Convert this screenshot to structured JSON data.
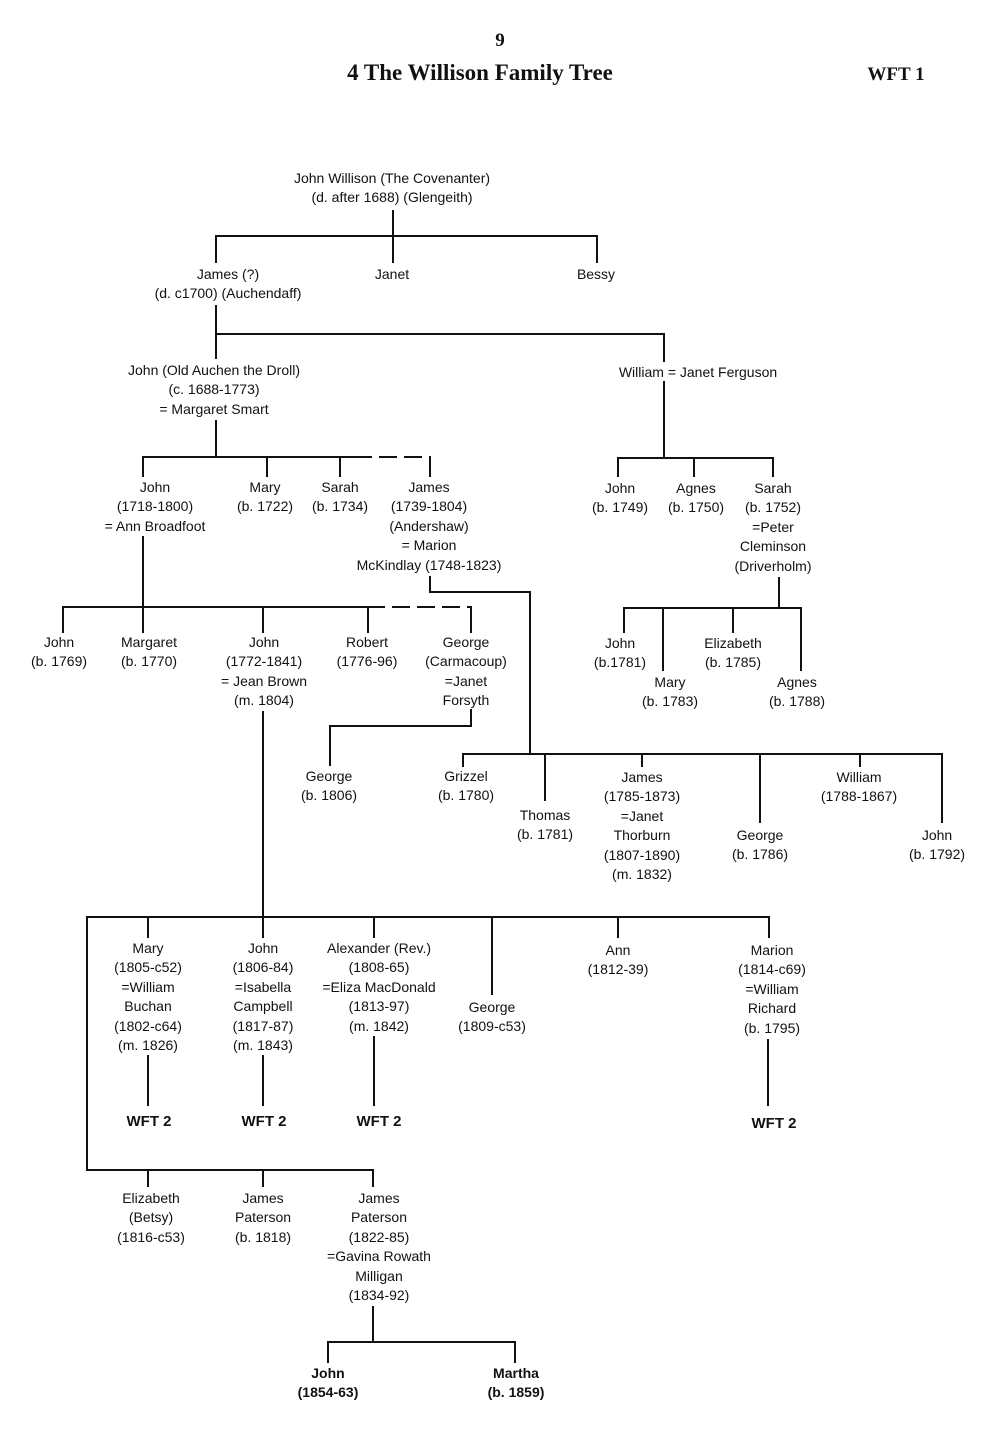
{
  "header": {
    "page_number": "9",
    "title": "4  The Willison Family Tree",
    "code": "WFT 1"
  },
  "nodes": {
    "covenanter": [
      "John Willison (The Covenanter)",
      "(d. after 1688) (Glengeith)"
    ],
    "james_i": [
      "James (?)",
      "(d. c1700) (Auchendaff)"
    ],
    "janet_i": [
      "Janet"
    ],
    "bessy": [
      "Bessy"
    ],
    "john_old": [
      "John (Old Auchen the Droll)",
      "(c. 1688-1773)",
      "= Margaret Smart"
    ],
    "william_i": [
      "William = Janet Ferguson"
    ],
    "john_1718": [
      "John",
      "(1718-1800)",
      "= Ann Broadfoot"
    ],
    "mary_1722": [
      "Mary",
      "(b. 1722)"
    ],
    "sarah_1734": [
      "Sarah",
      "(b. 1734)"
    ],
    "james_1739": [
      "James",
      "(1739-1804)",
      "(Andershaw)",
      "= Marion",
      "McKindlay (1748-1823)"
    ],
    "john_1749": [
      "John",
      "(b. 1749)"
    ],
    "agnes_1750": [
      "Agnes",
      "(b. 1750)"
    ],
    "sarah_1752": [
      "Sarah",
      "(b. 1752)",
      "=Peter",
      "Cleminson",
      "(Driverholm)"
    ],
    "john_1769": [
      "John",
      "(b. 1769)"
    ],
    "margaret_1770": [
      "Margaret",
      "(b. 1770)"
    ],
    "john_1772": [
      "John",
      "(1772-1841)",
      "= Jean Brown",
      "(m. 1804)"
    ],
    "robert_1776": [
      "Robert",
      "(1776-96)"
    ],
    "george_carmacoup": [
      "George",
      "(Carmacoup)",
      "=Janet",
      "Forsyth"
    ],
    "john_1781": [
      "John",
      "(b.1781)"
    ],
    "mary_1783": [
      "Mary",
      "(b. 1783)"
    ],
    "elizabeth_1785": [
      "Elizabeth",
      "(b. 1785)"
    ],
    "agnes_1788": [
      "Agnes",
      "(b. 1788)"
    ],
    "george_1806": [
      "George",
      "(b. 1806)"
    ],
    "grizzel_1780": [
      "Grizzel",
      "(b. 1780)"
    ],
    "thomas_1781": [
      "Thomas",
      "(b. 1781)"
    ],
    "james_1785": [
      "James",
      "(1785-1873)",
      "=Janet",
      "Thorburn",
      "(1807-1890)",
      "(m. 1832)"
    ],
    "george_1786": [
      "George",
      "(b. 1786)"
    ],
    "william_1788": [
      "William",
      "(1788-1867)"
    ],
    "john_1792": [
      "John",
      "(b. 1792)"
    ],
    "mary_1805": [
      "Mary",
      "(1805-c52)",
      "=William",
      "Buchan",
      "(1802-c64)",
      "(m. 1826)"
    ],
    "john_1806": [
      "John",
      "(1806-84)",
      "=Isabella",
      "Campbell",
      "(1817-87)",
      "(m. 1843)"
    ],
    "alexander_1808": [
      "Alexander (Rev.)",
      "(1808-65)",
      "=Eliza MacDonald",
      "(1813-97)",
      "(m. 1842)"
    ],
    "george_1809": [
      "George",
      "(1809-c53)"
    ],
    "ann_1812": [
      "Ann",
      "(1812-39)"
    ],
    "marion_1814": [
      "Marion",
      "(1814-c69)",
      "=William",
      "Richard",
      "(b. 1795)"
    ],
    "wft2_a": [
      "WFT 2"
    ],
    "wft2_b": [
      "WFT 2"
    ],
    "wft2_c": [
      "WFT 2"
    ],
    "wft2_d": [
      "WFT 2"
    ],
    "elizabeth_1816": [
      "Elizabeth",
      "(Betsy)",
      "(1816-c53)"
    ],
    "james_paterson_1818": [
      "James",
      "Paterson",
      "(b. 1818)"
    ],
    "james_paterson_1822": [
      "James",
      "Paterson",
      "(1822-85)",
      "=Gavina Rowath",
      "Milligan",
      "(1834-92)"
    ],
    "john_1854": [
      "John",
      "(1854-63)"
    ],
    "martha_1859": [
      "Martha",
      "(b. 1859)"
    ]
  }
}
